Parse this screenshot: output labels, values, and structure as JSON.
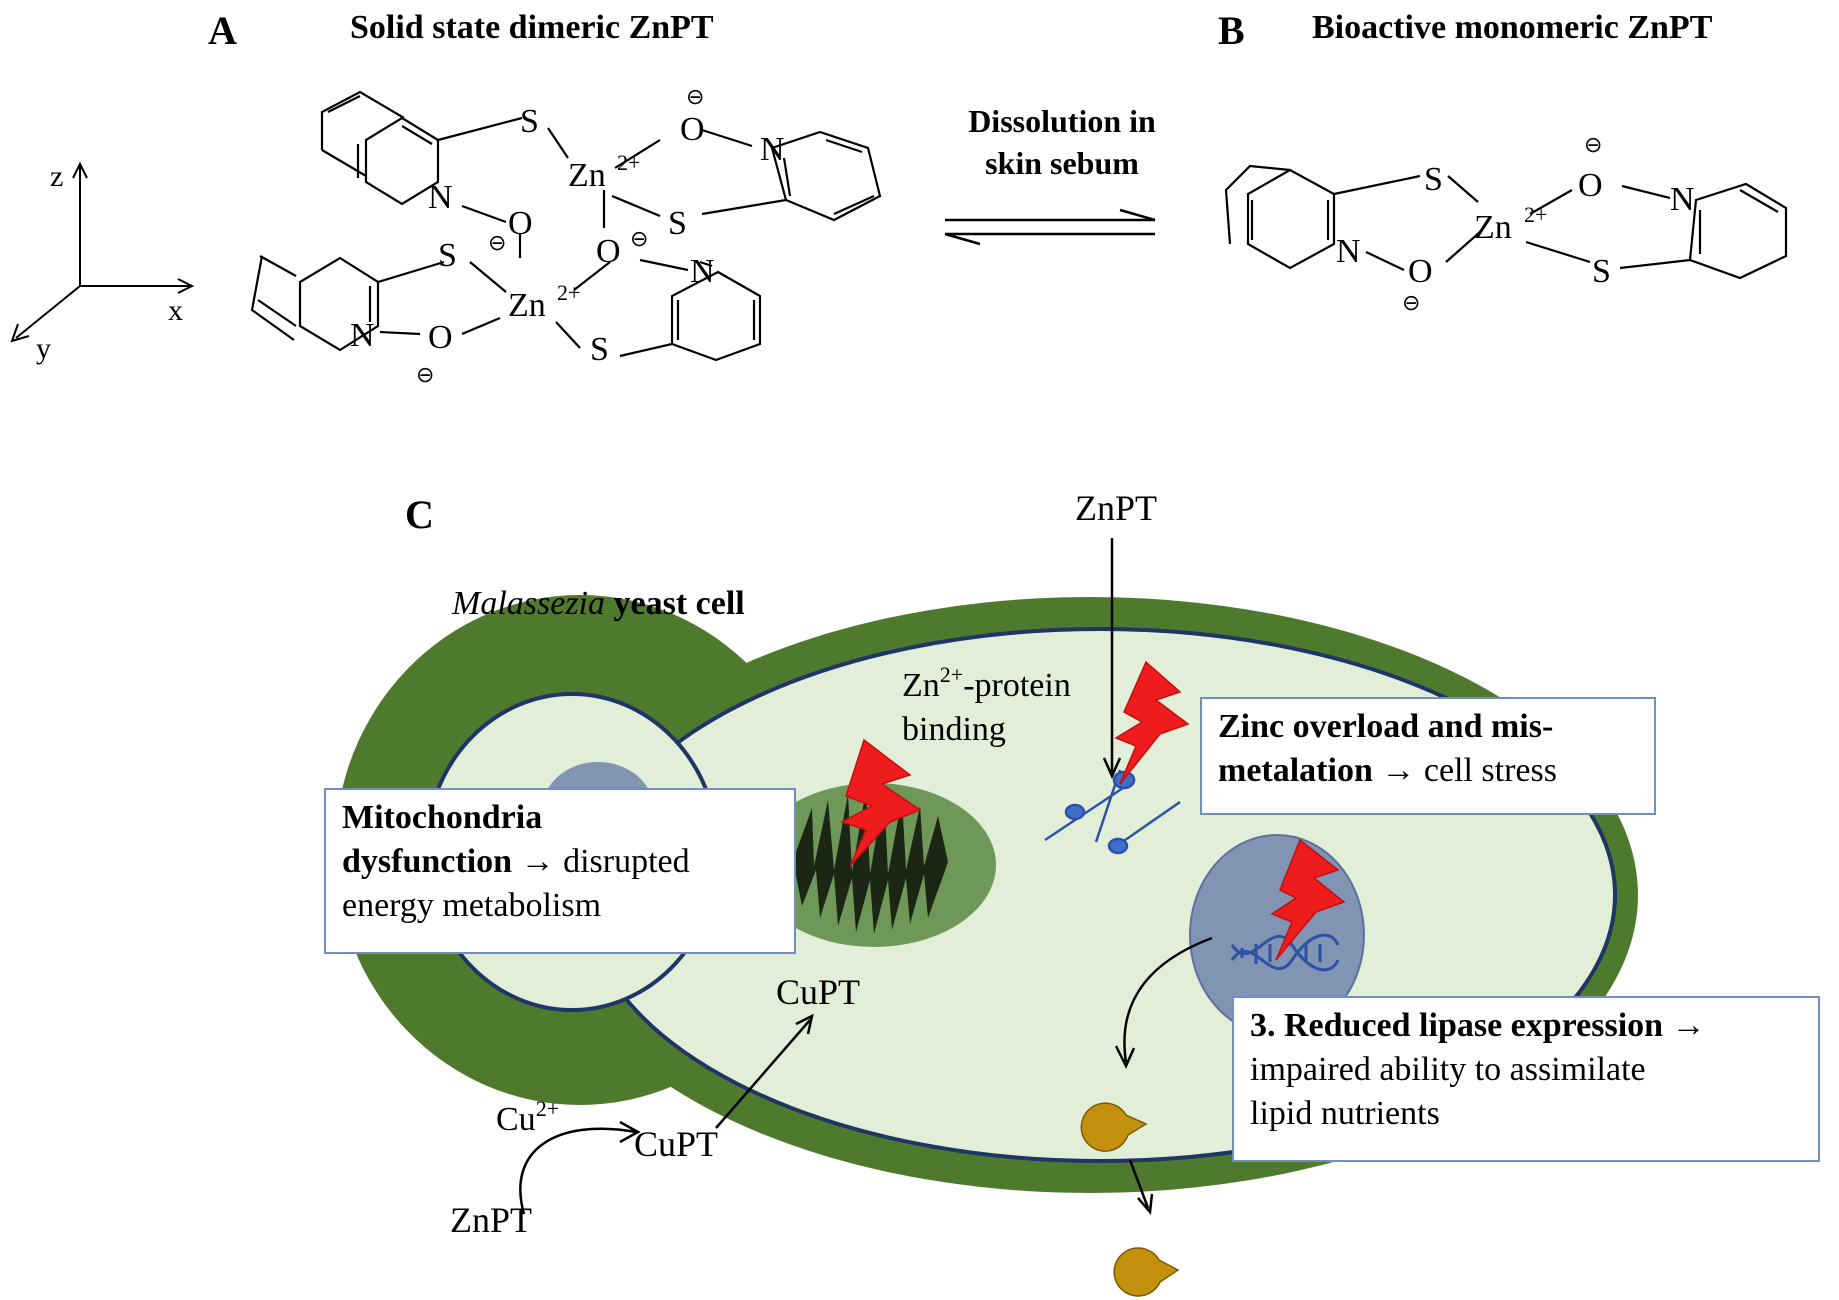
{
  "panels": {
    "a": {
      "letter": "A",
      "title": "Solid state dimeric ZnPT"
    },
    "b": {
      "letter": "B",
      "title": "Bioactive monomeric ZnPT"
    },
    "c": {
      "letter": "C"
    }
  },
  "axes": {
    "x": "x",
    "y": "y",
    "z": "z"
  },
  "equilibrium": {
    "line1": "Dissolution in",
    "line2": "skin sebum"
  },
  "atoms": {
    "zn": "Zn",
    "zn_charge": "2+",
    "s": "S",
    "o": "O",
    "n": "N",
    "minus": "⊖"
  },
  "cell": {
    "name_italic": "Malassezia",
    "name_rest": " yeast cell"
  },
  "labels": {
    "znpt_top": "ZnPT",
    "zn_protein_line1_sup_base": "Zn",
    "zn_protein_sup": "2+",
    "zn_protein_rest": "-protein",
    "zn_protein_line2": "binding",
    "cupt_inner": "CuPT",
    "cupt_outer": "CuPT",
    "cu": "Cu",
    "cu_sup": "2+",
    "znpt_bottom": "ZnPT"
  },
  "boxes": {
    "zinc": {
      "bold1": "Zinc overload and mis-",
      "bold2": "metalation",
      "arrow": " → ",
      "rest": "cell stress"
    },
    "mito": {
      "bold1": "Mitochondria",
      "bold2": "dysfunction",
      "arrow": " → ",
      "rest1": "disrupted",
      "rest2": "energy metabolism"
    },
    "lipase": {
      "bold1": "3. Reduced lipase expression →",
      "rest1": "impaired ability to assimilate",
      "rest2": "lipid nutrients"
    }
  },
  "colors": {
    "cell_wall": "#4f7a2e",
    "cytoplasm": "#e2eed8",
    "membrane": "#1f3566",
    "nucleus": "#8194b4",
    "mitochondrion": "#6f9858",
    "cristae": "#1b2615",
    "lightning": "#ee1c1c",
    "lipase": "#c4910f",
    "protein": "#3f6fc8",
    "box_border": "#6f8fbf"
  }
}
